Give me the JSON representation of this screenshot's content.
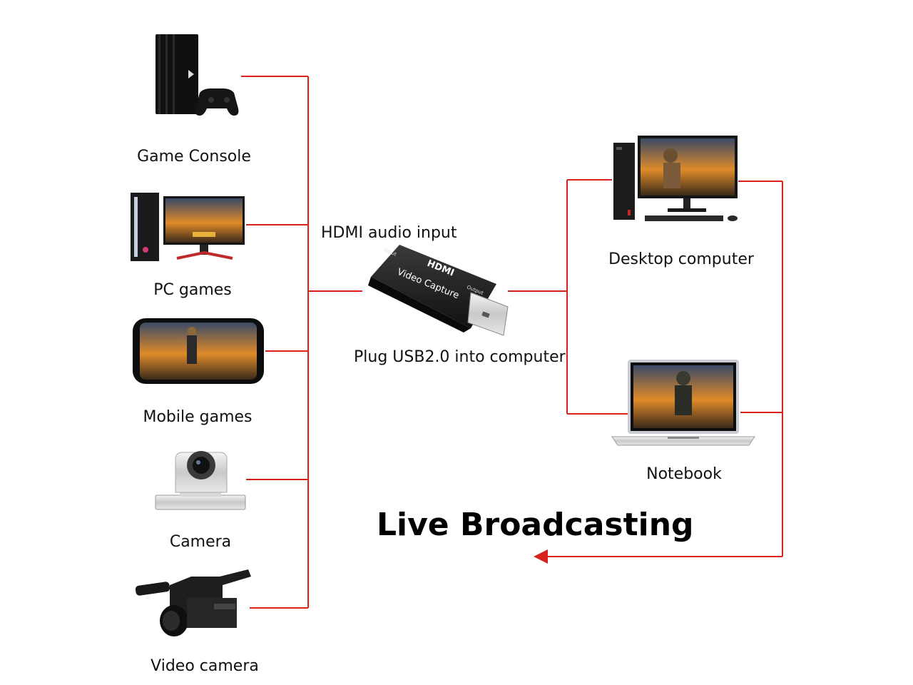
{
  "sources": [
    {
      "label": "Game Console",
      "icon": "game-console-icon"
    },
    {
      "label": "PC games",
      "icon": "gaming-pc-icon"
    },
    {
      "label": "Mobile games",
      "icon": "smartphone-icon"
    },
    {
      "label": "Camera",
      "icon": "ptz-camera-icon"
    },
    {
      "label": "Video camera",
      "icon": "camcorder-icon"
    }
  ],
  "center": {
    "input_label": "HDMI audio input",
    "output_label": "Plug USB2.0 into computer",
    "device": {
      "brand": "HDMI",
      "name": "Video Capture",
      "port_in": "Input",
      "port_out": "Output"
    }
  },
  "targets": [
    {
      "label": "Desktop computer",
      "icon": "desktop-computer-icon"
    },
    {
      "label": "Notebook",
      "icon": "laptop-icon"
    }
  ],
  "footer": {
    "title": "Live Broadcasting"
  },
  "colors": {
    "connector": "#d9221c",
    "text": "#111111",
    "device_body": "#1c1c1c"
  }
}
